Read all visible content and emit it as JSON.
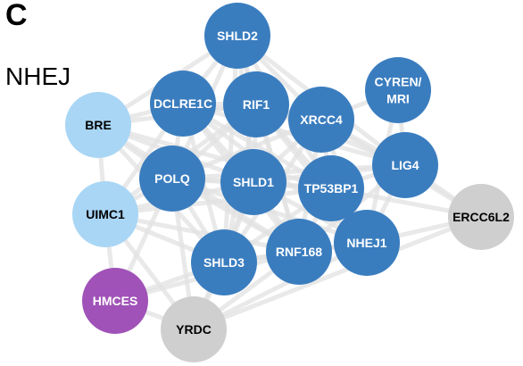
{
  "panel": {
    "letter": "C",
    "title": "NHEJ"
  },
  "colors": {
    "core": "#3a7dbf",
    "light": "#a9d6f5",
    "purple": "#a052b8",
    "gray": "#cfcfcf",
    "edge": "#e2e2e2"
  },
  "nodes": [
    {
      "id": "SHLD2",
      "lines": [
        "SHLD2"
      ],
      "group": "core"
    },
    {
      "id": "CYREN_MRI",
      "lines": [
        "CYREN/",
        "MRI"
      ],
      "group": "core"
    },
    {
      "id": "DCLRE1C",
      "lines": [
        "DCLRE1C"
      ],
      "group": "core"
    },
    {
      "id": "RIF1",
      "lines": [
        "RIF1"
      ],
      "group": "core"
    },
    {
      "id": "XRCC4",
      "lines": [
        "XRCC4"
      ],
      "group": "core"
    },
    {
      "id": "BRE",
      "lines": [
        "BRE"
      ],
      "group": "light"
    },
    {
      "id": "LIG4",
      "lines": [
        "LIG4"
      ],
      "group": "core"
    },
    {
      "id": "POLQ",
      "lines": [
        "POLQ"
      ],
      "group": "core"
    },
    {
      "id": "SHLD1",
      "lines": [
        "SHLD1"
      ],
      "group": "core"
    },
    {
      "id": "TP53BP1",
      "lines": [
        "TP53BP1"
      ],
      "group": "core"
    },
    {
      "id": "UIMC1",
      "lines": [
        "UIMC1"
      ],
      "group": "light"
    },
    {
      "id": "ERCC6L2",
      "lines": [
        "ERCC6L2"
      ],
      "group": "gray"
    },
    {
      "id": "NHEJ1",
      "lines": [
        "NHEJ1"
      ],
      "group": "core"
    },
    {
      "id": "RNF168",
      "lines": [
        "RNF168"
      ],
      "group": "core"
    },
    {
      "id": "SHLD3",
      "lines": [
        "SHLD3"
      ],
      "group": "core"
    },
    {
      "id": "HMCES",
      "lines": [
        "HMCES"
      ],
      "group": "purple"
    },
    {
      "id": "YRDC",
      "lines": [
        "YRDC"
      ],
      "group": "gray"
    }
  ],
  "edges": [
    [
      "SHLD2",
      "DCLRE1C"
    ],
    [
      "SHLD2",
      "RIF1"
    ],
    [
      "SHLD2",
      "XRCC4"
    ],
    [
      "SHLD2",
      "SHLD1"
    ],
    [
      "SHLD2",
      "SHLD3"
    ],
    [
      "SHLD2",
      "TP53BP1"
    ],
    [
      "SHLD2",
      "POLQ"
    ],
    [
      "SHLD2",
      "BRE"
    ],
    [
      "SHLD2",
      "LIG4"
    ],
    [
      "SHLD2",
      "RNF168"
    ],
    [
      "DCLRE1C",
      "RIF1"
    ],
    [
      "DCLRE1C",
      "XRCC4"
    ],
    [
      "DCLRE1C",
      "POLQ"
    ],
    [
      "DCLRE1C",
      "SHLD1"
    ],
    [
      "DCLRE1C",
      "TP53BP1"
    ],
    [
      "DCLRE1C",
      "LIG4"
    ],
    [
      "DCLRE1C",
      "NHEJ1"
    ],
    [
      "DCLRE1C",
      "BRE"
    ],
    [
      "DCLRE1C",
      "UIMC1"
    ],
    [
      "DCLRE1C",
      "SHLD3"
    ],
    [
      "DCLRE1C",
      "RNF168"
    ],
    [
      "RIF1",
      "XRCC4"
    ],
    [
      "RIF1",
      "POLQ"
    ],
    [
      "RIF1",
      "SHLD1"
    ],
    [
      "RIF1",
      "TP53BP1"
    ],
    [
      "RIF1",
      "SHLD3"
    ],
    [
      "RIF1",
      "RNF168"
    ],
    [
      "RIF1",
      "BRE"
    ],
    [
      "RIF1",
      "UIMC1"
    ],
    [
      "RIF1",
      "NHEJ1"
    ],
    [
      "RIF1",
      "LIG4"
    ],
    [
      "XRCC4",
      "LIG4"
    ],
    [
      "XRCC4",
      "TP53BP1"
    ],
    [
      "XRCC4",
      "NHEJ1"
    ],
    [
      "XRCC4",
      "SHLD1"
    ],
    [
      "XRCC4",
      "POLQ"
    ],
    [
      "XRCC4",
      "RNF168"
    ],
    [
      "XRCC4",
      "ERCC6L2"
    ],
    [
      "XRCC4",
      "CYREN_MRI"
    ],
    [
      "XRCC4",
      "SHLD3"
    ],
    [
      "CYREN_MRI",
      "LIG4"
    ],
    [
      "CYREN_MRI",
      "NHEJ1"
    ],
    [
      "LIG4",
      "NHEJ1"
    ],
    [
      "LIG4",
      "TP53BP1"
    ],
    [
      "LIG4",
      "POLQ"
    ],
    [
      "LIG4",
      "ERCC6L2"
    ],
    [
      "LIG4",
      "RNF168"
    ],
    [
      "LIG4",
      "SHLD1"
    ],
    [
      "POLQ",
      "SHLD1"
    ],
    [
      "POLQ",
      "TP53BP1"
    ],
    [
      "POLQ",
      "SHLD3"
    ],
    [
      "POLQ",
      "RNF168"
    ],
    [
      "POLQ",
      "BRE"
    ],
    [
      "POLQ",
      "UIMC1"
    ],
    [
      "POLQ",
      "NHEJ1"
    ],
    [
      "POLQ",
      "HMCES"
    ],
    [
      "POLQ",
      "YRDC"
    ],
    [
      "SHLD1",
      "TP53BP1"
    ],
    [
      "SHLD1",
      "SHLD3"
    ],
    [
      "SHLD1",
      "RNF168"
    ],
    [
      "SHLD1",
      "NHEJ1"
    ],
    [
      "SHLD1",
      "BRE"
    ],
    [
      "SHLD1",
      "UIMC1"
    ],
    [
      "SHLD1",
      "YRDC"
    ],
    [
      "TP53BP1",
      "RNF168"
    ],
    [
      "TP53BP1",
      "NHEJ1"
    ],
    [
      "TP53BP1",
      "SHLD3"
    ],
    [
      "TP53BP1",
      "BRE"
    ],
    [
      "TP53BP1",
      "UIMC1"
    ],
    [
      "TP53BP1",
      "ERCC6L2"
    ],
    [
      "BRE",
      "UIMC1"
    ],
    [
      "BRE",
      "RNF168"
    ],
    [
      "BRE",
      "SHLD3"
    ],
    [
      "UIMC1",
      "RNF168"
    ],
    [
      "UIMC1",
      "SHLD3"
    ],
    [
      "UIMC1",
      "HMCES"
    ],
    [
      "UIMC1",
      "YRDC"
    ],
    [
      "NHEJ1",
      "RNF168"
    ],
    [
      "NHEJ1",
      "ERCC6L2"
    ],
    [
      "NHEJ1",
      "SHLD3"
    ],
    [
      "NHEJ1",
      "YRDC"
    ],
    [
      "RNF168",
      "SHLD3"
    ],
    [
      "RNF168",
      "YRDC"
    ],
    [
      "RNF168",
      "HMCES"
    ],
    [
      "SHLD3",
      "HMCES"
    ],
    [
      "SHLD3",
      "YRDC"
    ],
    [
      "HMCES",
      "YRDC"
    ],
    [
      "ERCC6L2",
      "YRDC"
    ]
  ]
}
